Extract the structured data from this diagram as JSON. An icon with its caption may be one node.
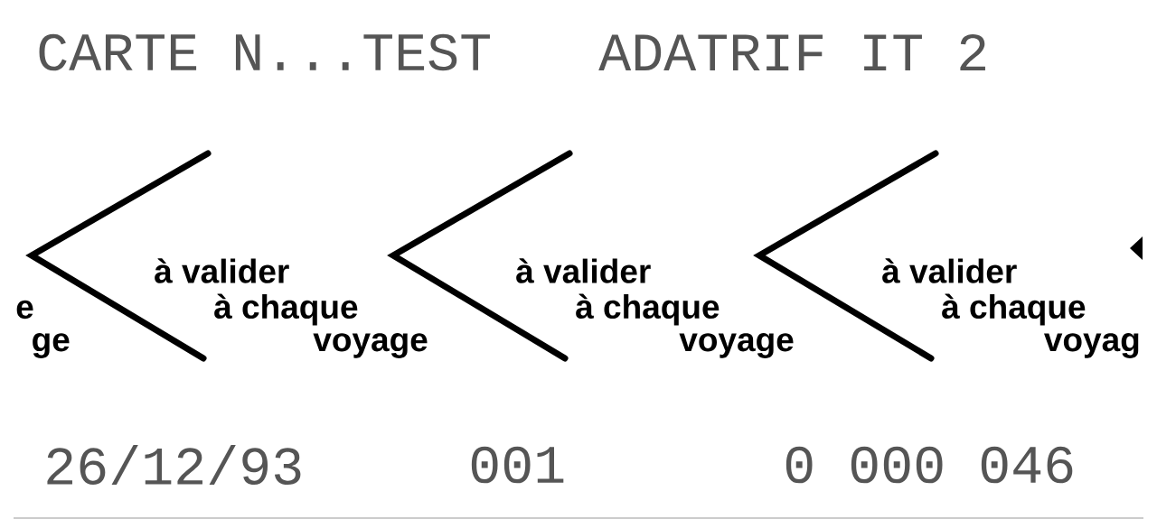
{
  "diagram": {
    "labels": [
      "CARTE N...TEST",
      "ADATRIF IT 2",
      "à valider",
      "à valider",
      "à valider",
      "e",
      "à chaque",
      "à chaque",
      "à chaque",
      "ge",
      "voyage",
      "voyage",
      "voyag",
      "26/12/93",
      "001",
      "0 000 046"
    ]
  }
}
